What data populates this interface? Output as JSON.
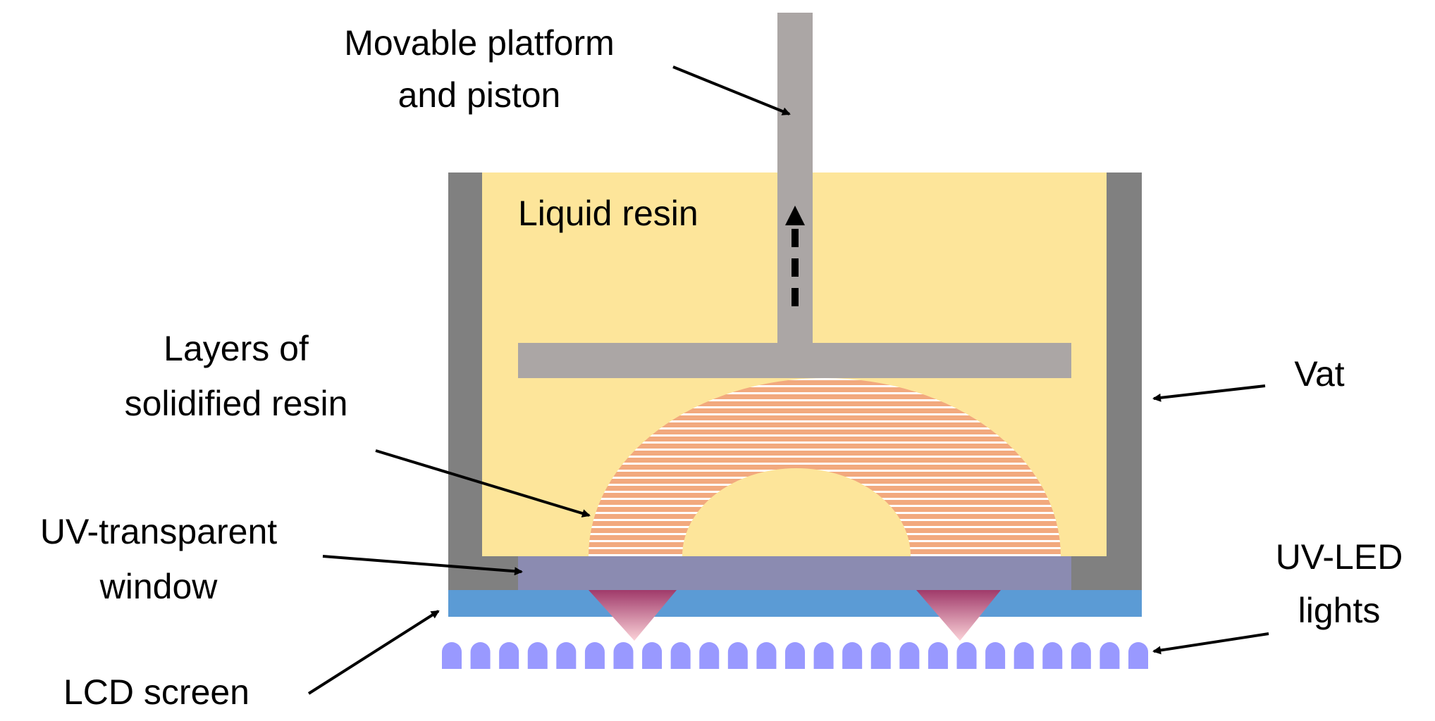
{
  "labels": {
    "platform": [
      "Movable platform",
      "and piston"
    ],
    "liquid_resin": "Liquid resin",
    "layers": [
      "Layers of",
      "solidified resin"
    ],
    "vat": "Vat",
    "window": [
      "UV-transparent",
      "window"
    ],
    "uv_led": [
      "UV-LED",
      "lights"
    ],
    "lcd": "LCD screen"
  },
  "colors": {
    "vat_wall": "#808080",
    "resin": "#fde59a",
    "platform": "#aba6a5",
    "solid_layer": "#f2a97e",
    "window": "#8b8bb1",
    "lcd": "#5b9bd5",
    "led": "#9999ff",
    "uv_beam": "#a03a6a"
  },
  "led_count": 25
}
